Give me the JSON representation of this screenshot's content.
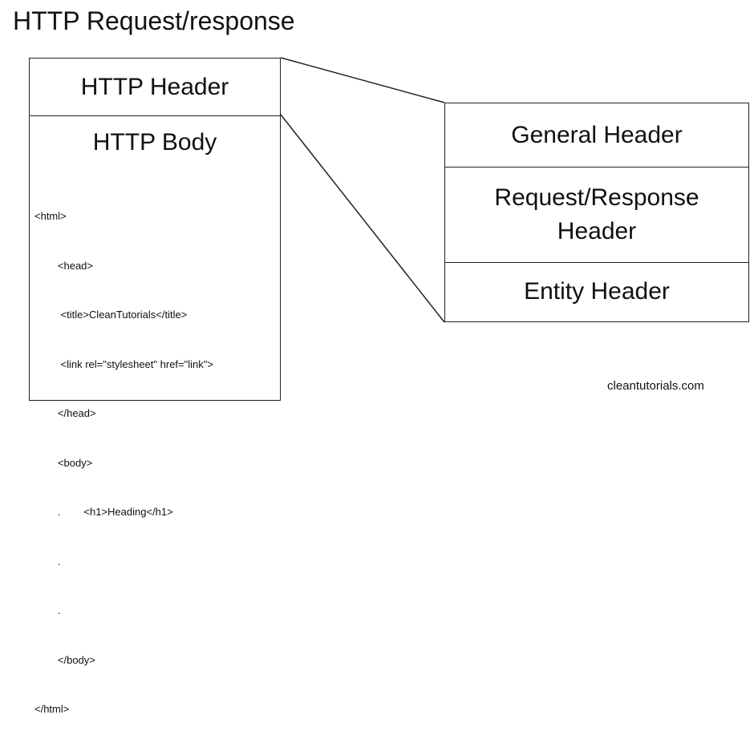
{
  "title": "HTTP Request/response",
  "left": {
    "header": "HTTP Header",
    "body_title": "HTTP Body",
    "code_lines": [
      "<html>",
      "        <head>",
      "         <title>CleanTutorials</title>",
      "         <link rel=\"stylesheet\" href=\"link\">",
      "        </head>",
      "        <body>",
      "        .        <h1>Heading</h1>",
      "        .",
      "        .",
      "        </body>",
      "</html>"
    ]
  },
  "right": {
    "general": "General Header",
    "reqres": "Request/Response\nHeader",
    "entity": "Entity Header"
  },
  "credit": "cleantutorials.com"
}
